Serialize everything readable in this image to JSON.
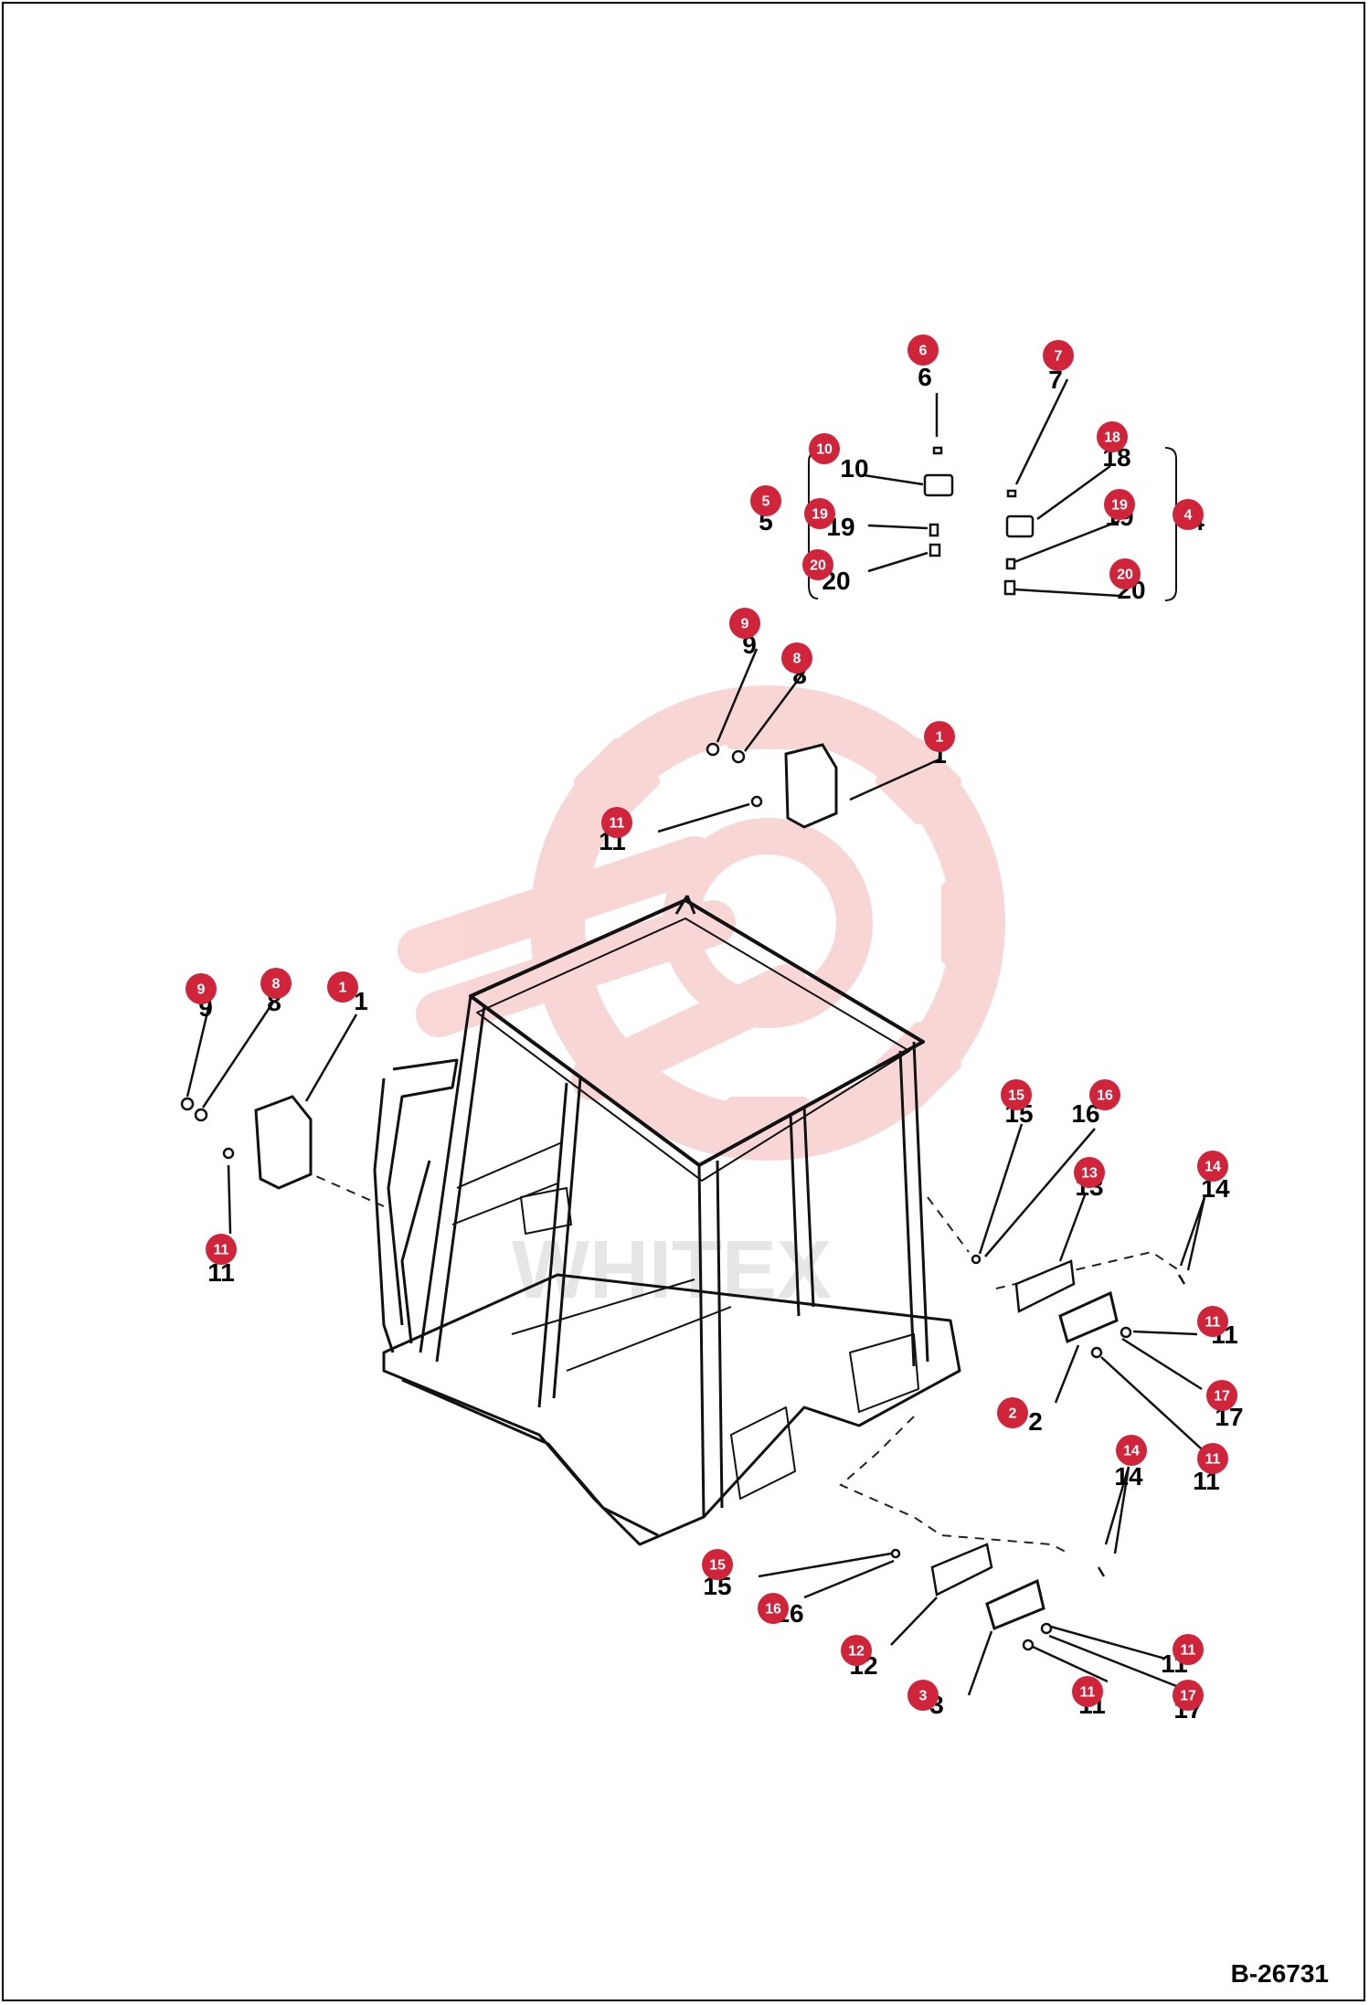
{
  "drawing_number": "B-26731",
  "callout_color": "#d0243b",
  "watermark_color": "#f4b6b6",
  "callouts": [
    {
      "label": "6"
    },
    {
      "label": "7"
    },
    {
      "label": "10"
    },
    {
      "label": "18"
    },
    {
      "label": "5"
    },
    {
      "label": "19"
    },
    {
      "label": "19"
    },
    {
      "label": "4"
    },
    {
      "label": "20"
    },
    {
      "label": "20"
    },
    {
      "label": "9"
    },
    {
      "label": "8"
    },
    {
      "label": "1"
    },
    {
      "label": "11"
    },
    {
      "label": "9"
    },
    {
      "label": "8"
    },
    {
      "label": "1"
    },
    {
      "label": "11"
    },
    {
      "label": "15"
    },
    {
      "label": "16"
    },
    {
      "label": "13"
    },
    {
      "label": "14"
    },
    {
      "label": "11"
    },
    {
      "label": "17"
    },
    {
      "label": "2"
    },
    {
      "label": "11"
    },
    {
      "label": "14"
    },
    {
      "label": "15"
    },
    {
      "label": "16"
    },
    {
      "label": "12"
    },
    {
      "label": "11"
    },
    {
      "label": "3"
    },
    {
      "label": "11"
    },
    {
      "label": "17"
    }
  ],
  "print_numbers": [
    "6",
    "7",
    "10",
    "18",
    "5",
    "19",
    "19",
    "4",
    "20",
    "20",
    "9",
    "8",
    "1",
    "11",
    "9",
    "8",
    "1",
    "11",
    "15",
    "16",
    "13",
    "14",
    "11",
    "17",
    "2",
    "11",
    "14",
    "15",
    "16",
    "12",
    "11",
    "3",
    "11",
    "17"
  ]
}
